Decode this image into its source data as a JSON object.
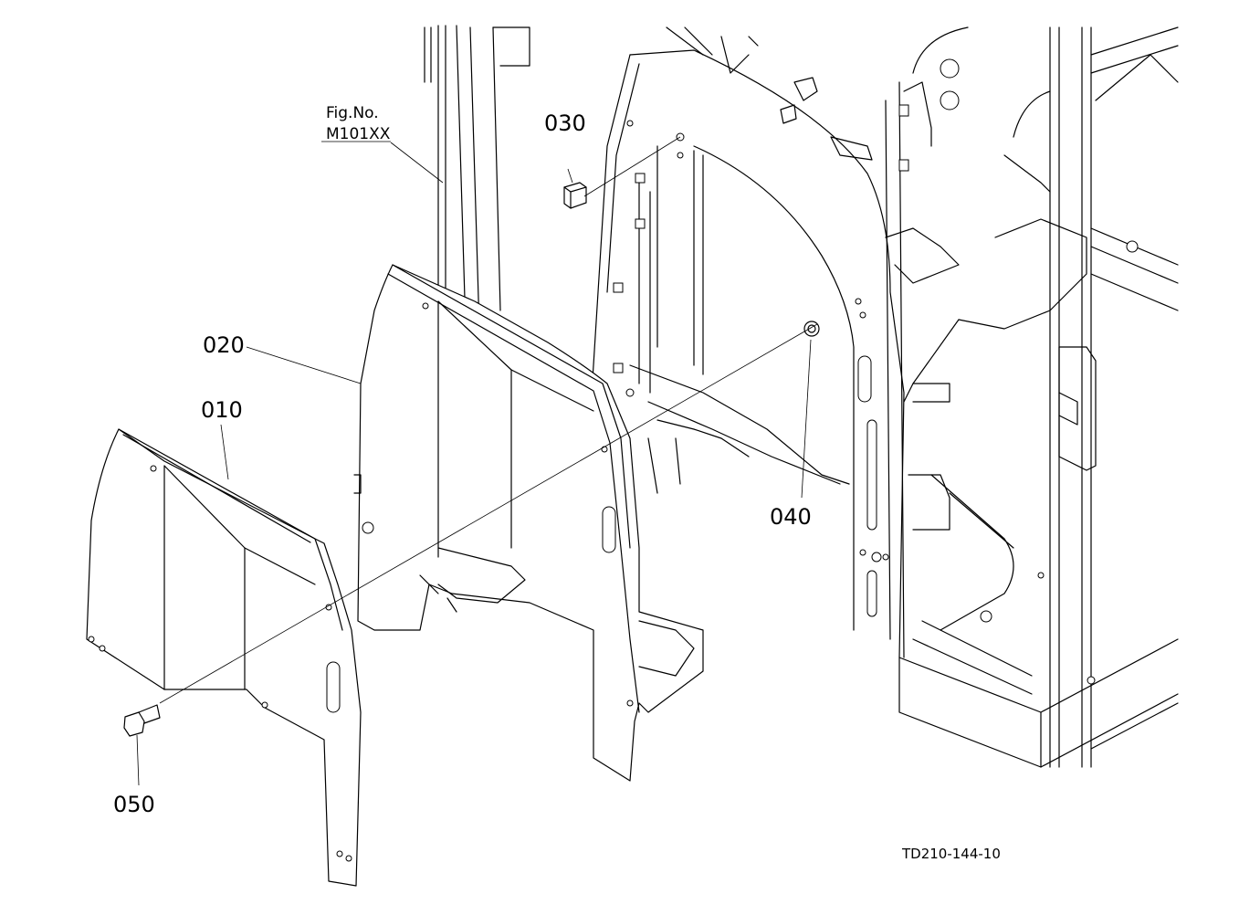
{
  "figure": {
    "fig_label": "Fig.No.",
    "fig_number": "M101XX",
    "drawing_code": "TD210-144-10"
  },
  "callouts": [
    {
      "id": "010",
      "label": "010"
    },
    {
      "id": "020",
      "label": "020"
    },
    {
      "id": "030",
      "label": "030"
    },
    {
      "id": "040",
      "label": "040"
    },
    {
      "id": "050",
      "label": "050"
    }
  ]
}
